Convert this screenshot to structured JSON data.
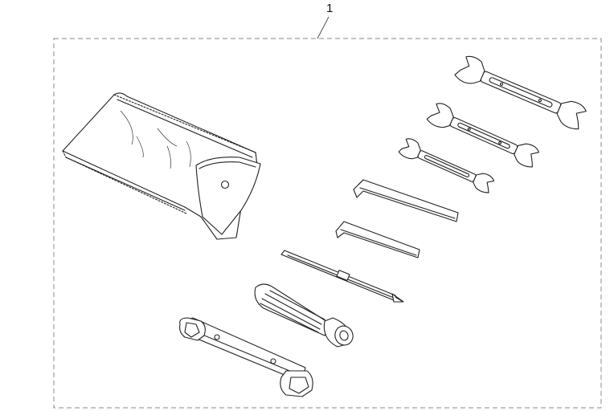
{
  "callout": {
    "number": "1"
  },
  "colors": {
    "line": "#222222",
    "frame": "#888888",
    "background": "#ffffff"
  },
  "parts": [
    "pouch",
    "open-wrench-large",
    "open-wrench-medium",
    "open-wrench-small",
    "hex-key-large",
    "hex-key-small",
    "screwdriver-shaft",
    "screwdriver-handle",
    "spark-plug-box-wrench"
  ]
}
